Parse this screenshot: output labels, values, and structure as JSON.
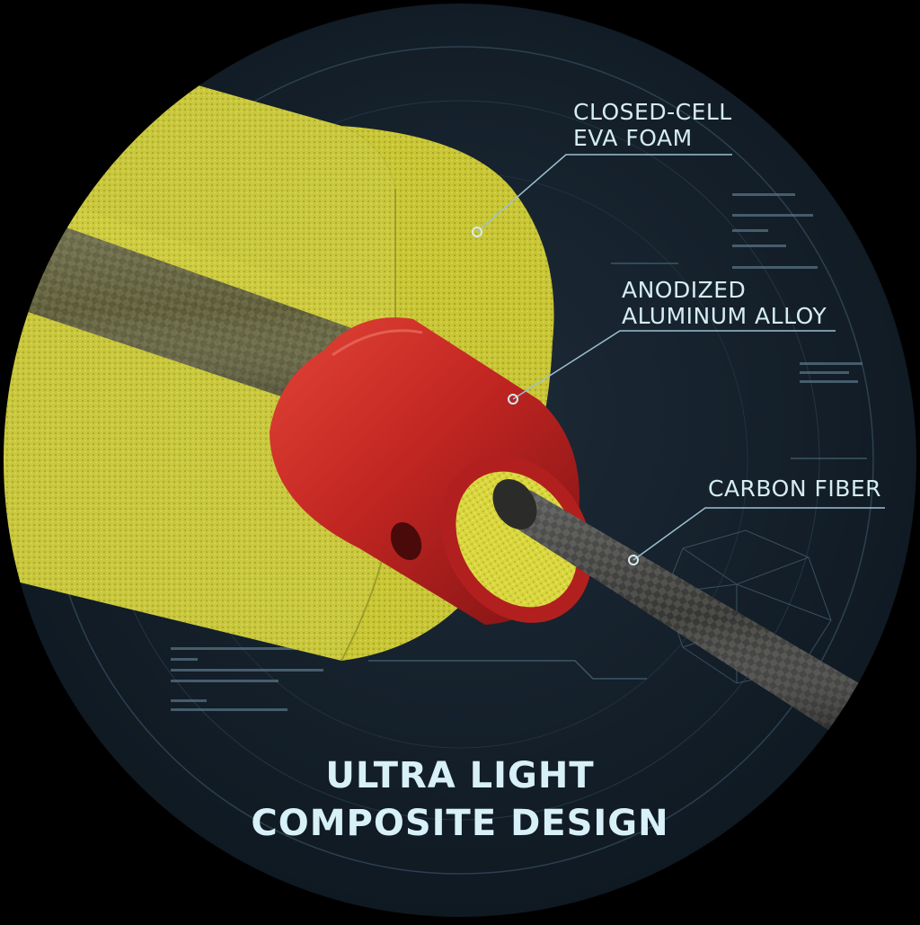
{
  "callouts": {
    "foam": {
      "line1": "CLOSED-CELL",
      "line2": "EVA FOAM"
    },
    "aluminum": {
      "line1": "ANODIZED",
      "line2": "ALUMINUM ALLOY"
    },
    "carbon": {
      "line1": "CARBON FIBER"
    }
  },
  "headline": {
    "line1": "ULTRA LIGHT",
    "line2": "COMPOSITE DESIGN"
  },
  "colors": {
    "background_disc": "#14202c",
    "foam": "#d8d640",
    "aluminum": "#c8282a",
    "carbon": "#3a3a38",
    "text": "#d6ecf3",
    "lines": "#8fb3c2"
  }
}
